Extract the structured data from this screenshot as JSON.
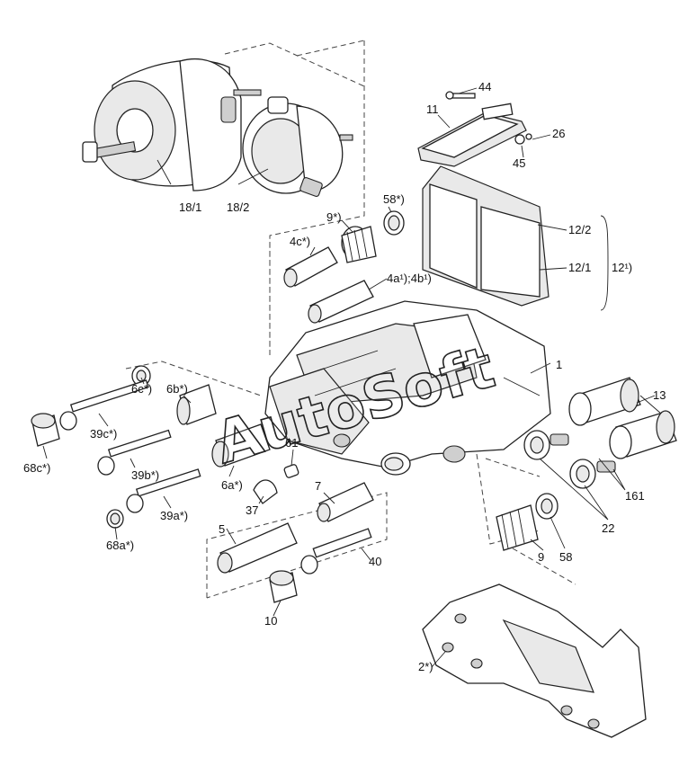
{
  "watermark": "AutoSoft",
  "labels": {
    "l44": "44",
    "l11": "11",
    "l26": "26",
    "l45": "45",
    "l18_1": "18/1",
    "l18_2": "18/2",
    "l58s": "58*)",
    "l9s": "9*)",
    "l4c": "4c*)",
    "l12_2": "12/2",
    "l12_1": "12/1",
    "l12": "12¹)",
    "l4ab": "4a¹);4b¹)",
    "l1": "1",
    "l6b": "6b*)",
    "l6c": "6c*)",
    "l39c": "39c*)",
    "l68c": "68c*)",
    "l39b": "39b*)",
    "l6a": "6a*)",
    "l13": "13",
    "l61": "61",
    "l7": "7",
    "l39a": "39a*)",
    "l37": "37",
    "l161": "161",
    "l22": "22",
    "l68a": "68a*)",
    "l5": "5",
    "l9": "9",
    "l58": "58",
    "l40": "40",
    "l10": "10",
    "l2": "2*)"
  }
}
